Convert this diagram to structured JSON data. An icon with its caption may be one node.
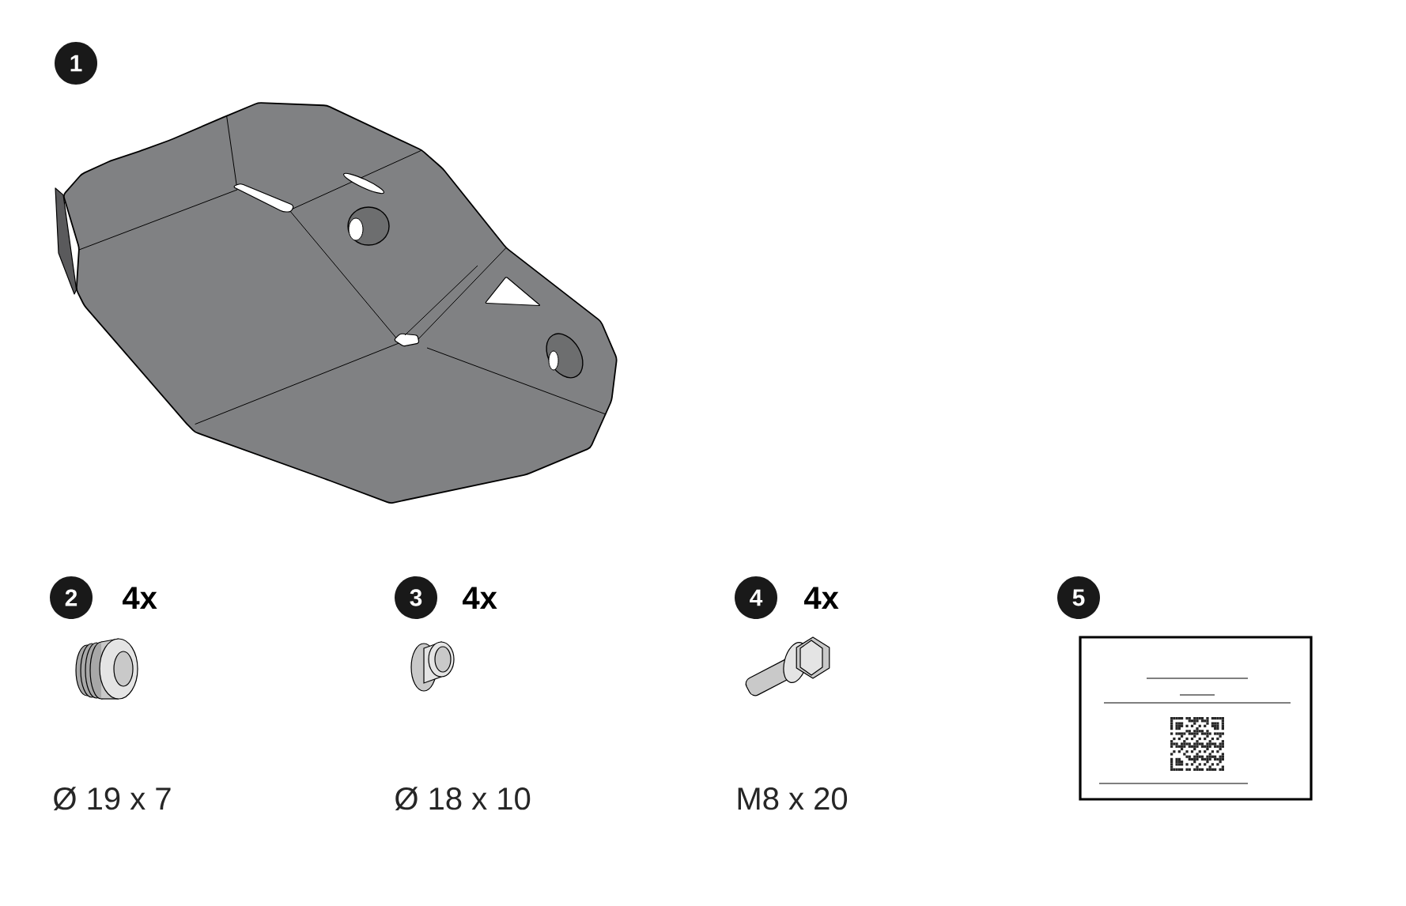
{
  "diagram": {
    "labels": [
      "1",
      "2",
      "4x",
      "3",
      "4x",
      "4",
      "4x",
      "5",
      "Ø 19 x 7",
      "Ø 18 x 10",
      "M8 x 20"
    ]
  }
}
